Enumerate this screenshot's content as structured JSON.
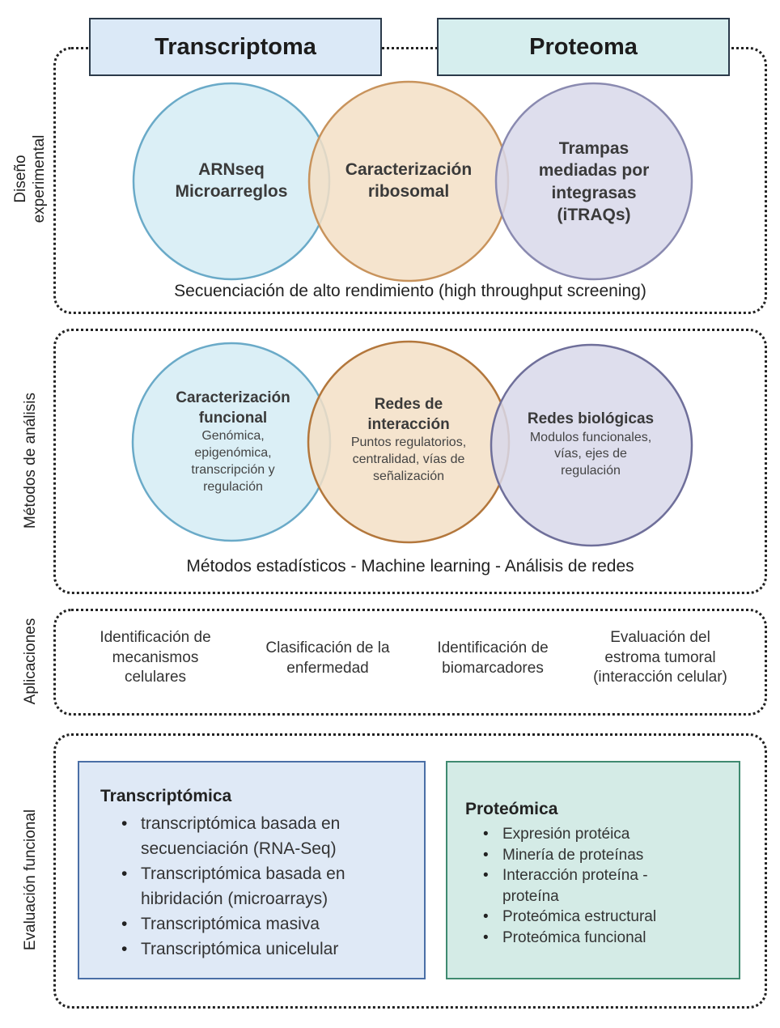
{
  "headers": {
    "left": "Transcriptoma",
    "right": "Proteoma",
    "left_color": "#dbe9f7",
    "right_color": "#d6eeee"
  },
  "sections": {
    "diseno": {
      "label_line1": "Diseño",
      "label_line2": "experimental",
      "circles": [
        {
          "title": "ARNseq\nMicroarreglos",
          "fill": "#d9eef6",
          "stroke": "#6aaac8"
        },
        {
          "title": "Caracterización\nribosomal",
          "fill": "#f3dfc6",
          "stroke": "#c8935c"
        },
        {
          "title": "Trampas\nmediadas por\nintegrasas\n(iTRAQs)",
          "fill": "#d8d8ea",
          "stroke": "#8a8ab0"
        }
      ],
      "caption": "Secuenciación de alto rendimiento (high throughput screening)"
    },
    "metodos": {
      "label": "Métodos de análisis",
      "circles": [
        {
          "title": "Caracterización\nfuncional",
          "subtitle": "Genómica,\nepigenómica,\ntranscripción y\nregulación",
          "fill": "#d9eef6",
          "stroke": "#6aaac8"
        },
        {
          "title": "Redes de\ninteracción",
          "subtitle": "Puntos regulatorios,\ncentralidad, vías de\nseñalización",
          "fill": "#f3dfc6",
          "stroke": "#b3773c"
        },
        {
          "title": "Redes biológicas",
          "subtitle": "Modulos funcionales,\nvías, ejes de\nregulación",
          "fill": "#d8d8ea",
          "stroke": "#6f6f9a"
        }
      ],
      "caption": "Métodos estadísticos - Machine learning - Análisis de redes"
    },
    "aplicaciones": {
      "label": "Aplicaciones",
      "items": [
        "Identificación de\nmecanismos\ncelulares",
        "Clasificación de la\nenfermedad",
        "Identificación de\nbiomarcadores",
        "Evaluación del\nestroma tumoral\n(interacción celular)"
      ]
    },
    "evaluacion": {
      "label": "Evaluación funcional",
      "transcriptomica": {
        "title": "Transcriptómica",
        "items": [
          "transcriptómica basada en\nsecuenciación (RNA-Seq)",
          "Transcriptómica basada en\nhibridación (microarrays)",
          "Transcriptómica masiva",
          "Transcriptómica unicelular"
        ],
        "fill": "#dfe9f6",
        "stroke": "#4a6fa6"
      },
      "proteomica": {
        "title": "Proteómica",
        "items": [
          "Expresión protéica",
          "Minería de proteínas",
          "Interacción proteína -\nproteína",
          "Proteómica estructural",
          "Proteómica funcional"
        ],
        "fill": "#d4ebe6",
        "stroke": "#3f8a70"
      }
    }
  }
}
